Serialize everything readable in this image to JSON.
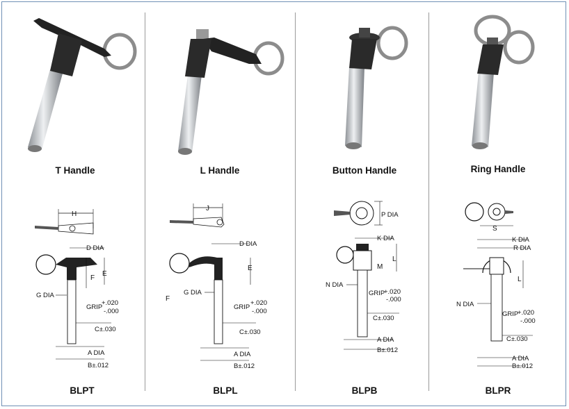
{
  "products": [
    {
      "title": "T Handle",
      "model": "BLPT",
      "labels": {
        "dim_top": "H",
        "d": "D DIA",
        "e": "E",
        "f": "F",
        "g": "G DIA",
        "grip": "GRIP",
        "tol_plus": "+.020",
        "tol_minus": "-.000",
        "c": "C±.030",
        "a": "A DIA",
        "b": "B±.012"
      }
    },
    {
      "title": "L Handle",
      "model": "BLPL",
      "labels": {
        "dim_top": "J",
        "d": "D DIA",
        "e": "E",
        "f": "F",
        "g": "G DIA",
        "grip": "GRIP",
        "tol_plus": "+.020",
        "tol_minus": "-.000",
        "c": "C±.030",
        "a": "A DIA",
        "b": "B±.012"
      }
    },
    {
      "title": "Button Handle",
      "model": "BLPB",
      "labels": {
        "p": "P DIA",
        "k": "K DIA",
        "l": "L",
        "m": "M",
        "n": "N DIA",
        "grip": "GRIP",
        "tol_plus": "+.020",
        "tol_minus": "-.000",
        "c": "C±.030",
        "a": "A DIA",
        "b": "B±.012"
      }
    },
    {
      "title": "Ring Handle",
      "model": "BLPR",
      "labels": {
        "s": "S",
        "k": "K DIA",
        "r": "R DIA",
        "l": "L",
        "n": "N DIA",
        "grip": "GRIP",
        "tol_plus": "+.020",
        "tol_minus": "-.000",
        "c": "C±.030",
        "a": "A DIA",
        "b": "B±.012"
      }
    }
  ],
  "colors": {
    "frame": "#6f8fb5",
    "divider": "#9a9a9a",
    "handle": "#2a2a2a",
    "shaft": "#b9bcc0",
    "ring": "#8c8c8c"
  }
}
